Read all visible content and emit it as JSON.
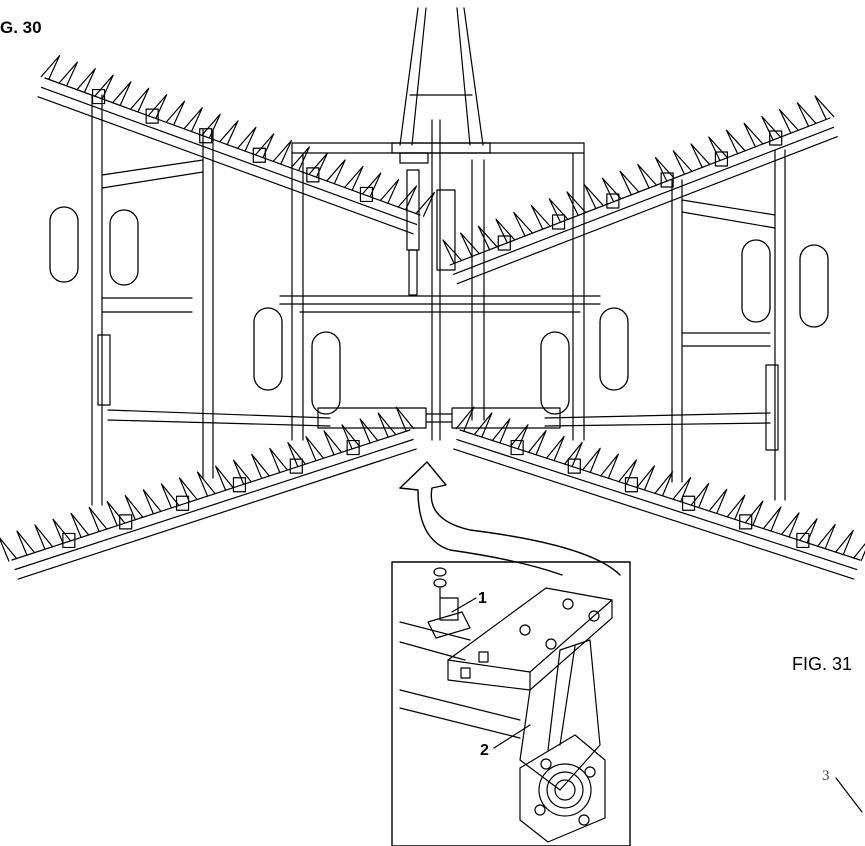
{
  "figures": {
    "main_label": "G. 30",
    "detail_label": "FIG. 31"
  },
  "callouts": {
    "part_1": "1",
    "part_2": "2",
    "part_3": "3"
  },
  "colors": {
    "line": "#000000",
    "background": "#ffffff"
  }
}
